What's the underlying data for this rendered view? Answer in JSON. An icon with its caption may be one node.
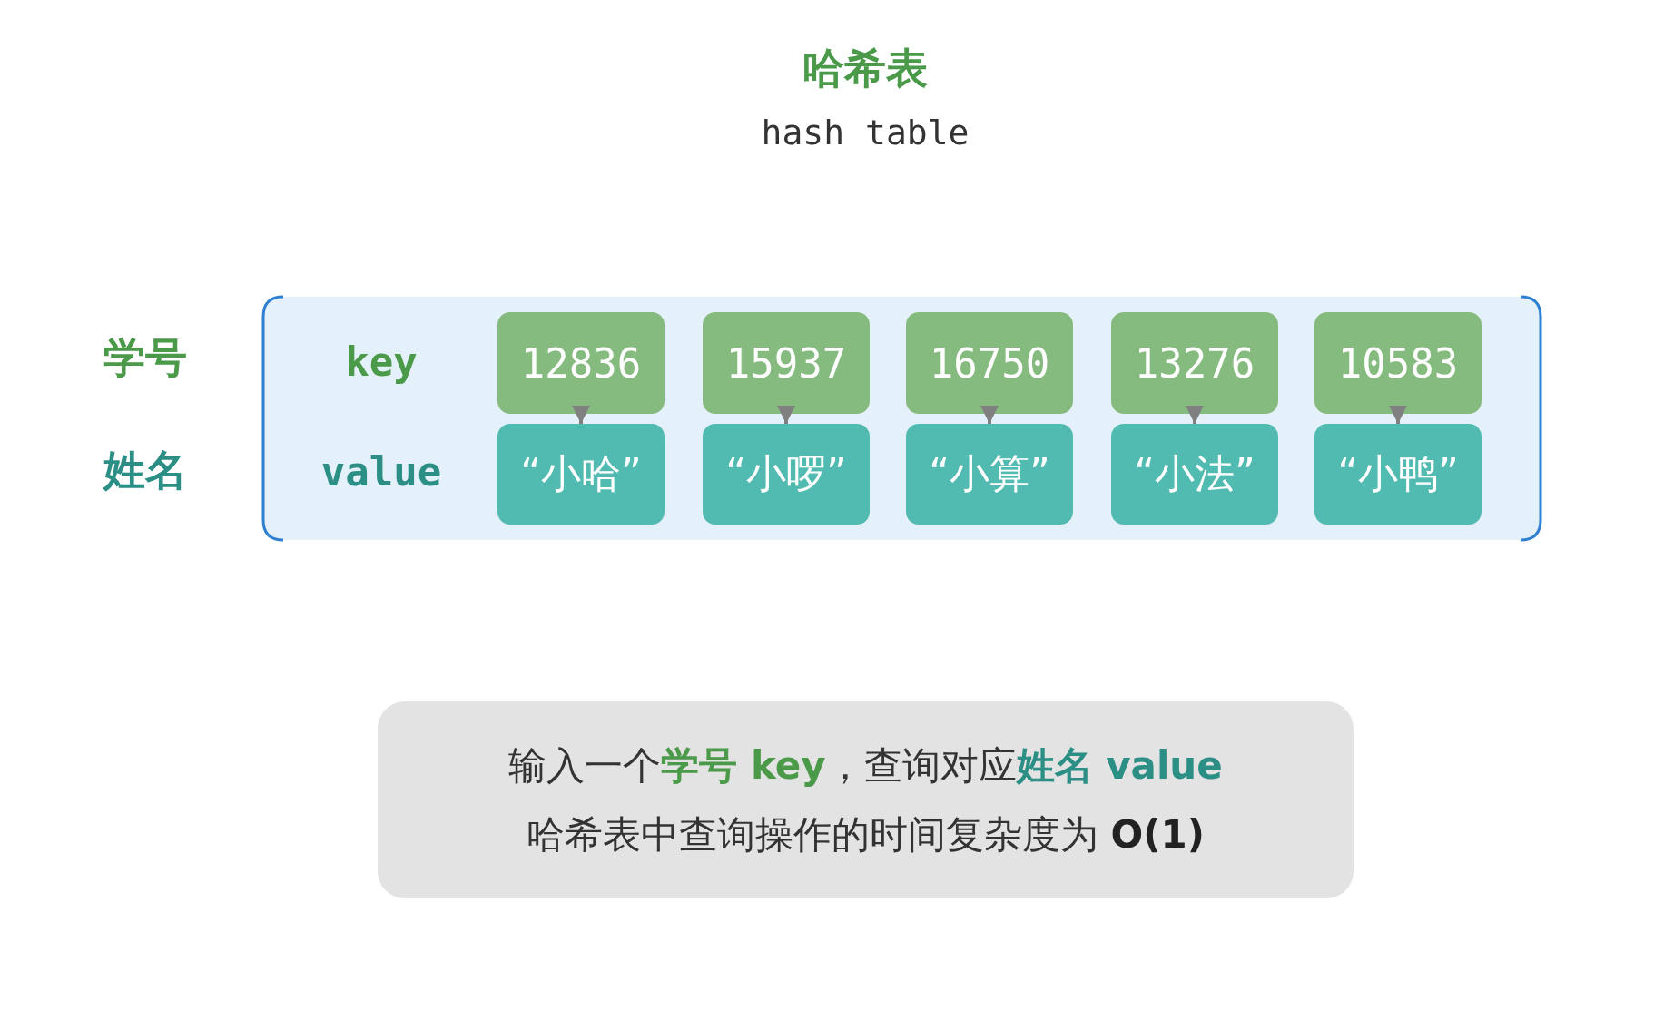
{
  "diagram": {
    "title": "哈希表",
    "nodes": [
      {
        "text": [],
        "shape": "box"
      },
      {
        "text": [
          "12836"
        ],
        "in": 0
      },
      {
        "text": [
          "15937"
        ],
        "in": 0
      },
      {
        "text": [
          "16750"
        ],
        "in": 0
      },
      {
        "text": [
          "13276"
        ],
        "in": 0
      },
      {
        "text": [
          "10583"
        ],
        "in": 0
      },
      {
        "text": [
          "“小哈”"
        ],
        "in": 0
      },
      {
        "text": [
          "“小啰”"
        ],
        "in": 0
      },
      {
        "text": [
          "“小算”"
        ],
        "in": 0
      },
      {
        "text": [
          "“小法”"
        ],
        "in": 0
      },
      {
        "text": [
          "“小鸭”"
        ],
        "in": 0
      },
      {
        "text": [
          "输入一个**学号 key**，查询对应**姓名 value**",
          "哈希表中查询操作的时间复杂度为 **O(1)**"
        ]
      }
    ],
    "edges": [
      {
        "from": 1,
        "to": 6,
        "arrow": "to"
      },
      {
        "from": 2,
        "to": 7,
        "arrow": "to"
      },
      {
        "from": 3,
        "to": 8,
        "arrow": "to"
      },
      {
        "from": 4,
        "to": 9,
        "arrow": "to"
      },
      {
        "from": 5,
        "to": 10,
        "arrow": "to"
      }
    ],
    "labels": [
      "hash table",
      "学号",
      "key",
      "姓名",
      "value"
    ]
  }
}
